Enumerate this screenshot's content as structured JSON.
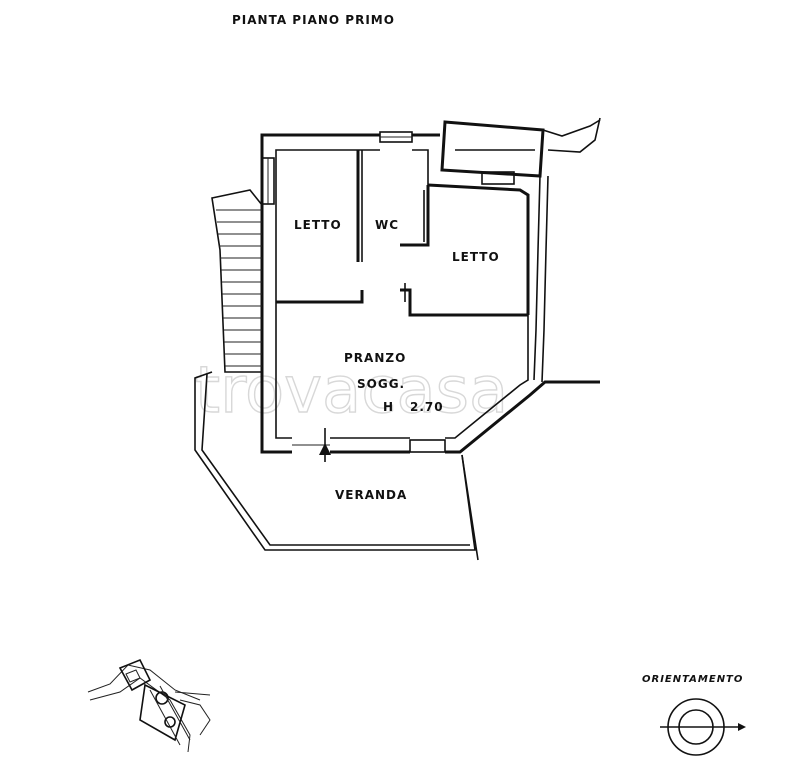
{
  "title": "PIANTA PIANO PRIMO",
  "rooms": {
    "letto_left": "LETTO",
    "wc": "WC",
    "letto_right": "LETTO",
    "pranzo": "PRANZO",
    "sogg": "SOGG.",
    "height_label": "H",
    "height_value": "2.70",
    "veranda": "VERANDA"
  },
  "orientation": {
    "label": "ORIENTAMENTO"
  },
  "watermark": "trovacasa"
}
